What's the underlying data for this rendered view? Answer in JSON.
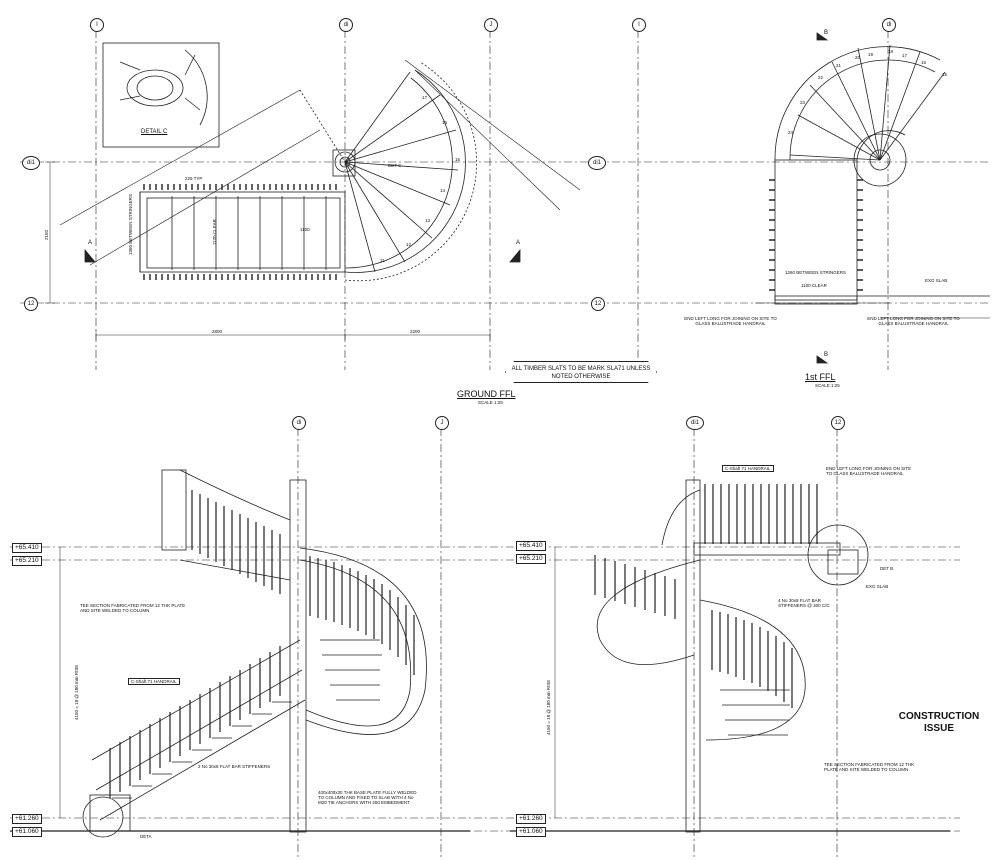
{
  "grid": {
    "g1": "I",
    "gdi": "di",
    "gj": "J",
    "gdi1": "di1",
    "g12": "12",
    "gB": "B",
    "gA": "A"
  },
  "plan_ground": {
    "title": "GROUND FFL",
    "scale": "SCALE 1:25",
    "detail_c": "DETAIL C",
    "note_between_stringers": "1360 BETWEEN STRINGERS",
    "note_clear": "1120 CLEAR",
    "note_typ": "225 TYP",
    "dim_left": "2800",
    "dim_right": "2200",
    "dim_height": "2150",
    "dim_1100": "1100",
    "treads": [
      "11",
      "12",
      "13",
      "14",
      "15",
      "16",
      "17"
    ],
    "det_c": "DET C"
  },
  "plan_first": {
    "title": "1st FFL",
    "scale": "SCALE 1:25",
    "between": "1260 BETWEEN STRINGERS",
    "clear": "1100 CLEAR",
    "exg_slab": "EXG SLAB",
    "note_left": "END LEFT LONG FOR JOINING ON SITE TO GLASS BALUSTRADE HANDRAIL",
    "note_right": "END LEFT LONG FOR JOINING ON SITE TO GLASS BALUSTRADE HANDRAIL",
    "treads": [
      "15",
      "16",
      "17",
      "18",
      "19",
      "20",
      "21",
      "22",
      "23",
      "24"
    ]
  },
  "notice": "ALL TIMBER SLATS TO BE MARK SLA71 UNLESS NOTED OTHERWISE",
  "elev_left": {
    "lvl_top1": "+65.410",
    "lvl_top2": "+65.210",
    "lvl_bot1": "+61.260",
    "lvl_bot2": "+61.060",
    "note_tee": "TEE SECTION FABRICATED FROM 12 THK PLATE AND SITE WELDED TO COLUMN",
    "note_handrail": "C-Shaft 71 HANDRAIL",
    "note_stiff": "2 No 30x8 FLAT BAR STIFFENERS",
    "note_base": "400x400x30 THK BASE PLATE FULLY WELDED TO COLUMN AND FIXED TO SLAB WITH 4 No M20 TIE ANCHORS WITH 250 EMBEDMENT",
    "note_rise": "4150 = 18 @ 180 mm RISE",
    "det_a": "DETA"
  },
  "elev_right": {
    "lvl_top1": "+65.410",
    "lvl_top2": "+65.210",
    "lvl_bot1": "+61.260",
    "lvl_bot2": "+61.060",
    "note_endleft": "END LEFT LONG FOR JOINING ON SITE TO GLASS BALUSTRADE HANDRAIL",
    "note_handrail": "C-Shaft 71 HANDRAIL",
    "note_exg": "EXG SLAB",
    "note_det": "DET B",
    "note_stiff": "4 No 30x8 FLAT BAR STIFFENERS @ 300 C/C",
    "note_tee": "TEE SECTION FABRICATED FROM 12 THK PLATE AND SITE WELDED TO COLUMN",
    "note_rise": "4150 = 18 @ 180 mm RISE"
  },
  "stamp": "CONSTRUCTION ISSUE"
}
